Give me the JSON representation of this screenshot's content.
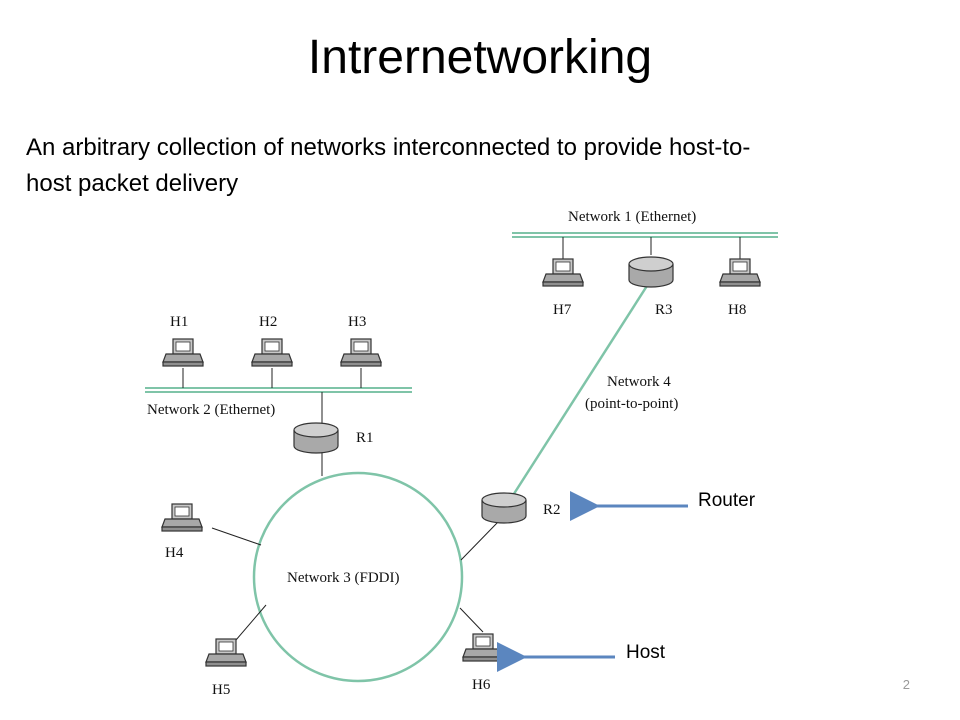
{
  "slide": {
    "title": "Intrernetworking",
    "subtitle": "An arbitrary collection of networks interconnected to provide host-to-host packet delivery",
    "subtitle_line1": "An arbitrary collection of networks interconnected to provide host-to-",
    "subtitle_line2": "host packet delivery",
    "page_number": "2"
  },
  "diagram": {
    "networks": {
      "net1": "Network 1 (Ethernet)",
      "net2": "Network 2 (Ethernet)",
      "net3": "Network 3 (FDDI)",
      "net4_line1": "Network 4",
      "net4_line2": "(point-to-point)"
    },
    "hosts": {
      "h1": "H1",
      "h2": "H2",
      "h3": "H3",
      "h4": "H4",
      "h5": "H5",
      "h6": "H6",
      "h7": "H7",
      "h8": "H8"
    },
    "routers": {
      "r1": "R1",
      "r2": "R2",
      "r3": "R3"
    },
    "callouts": {
      "router": "Router",
      "host": "Host"
    }
  },
  "colors": {
    "network_line": "#7fc4a8",
    "arrow": "#5b86bf",
    "device_fill": "#b8b8b8",
    "text": "#000000"
  }
}
